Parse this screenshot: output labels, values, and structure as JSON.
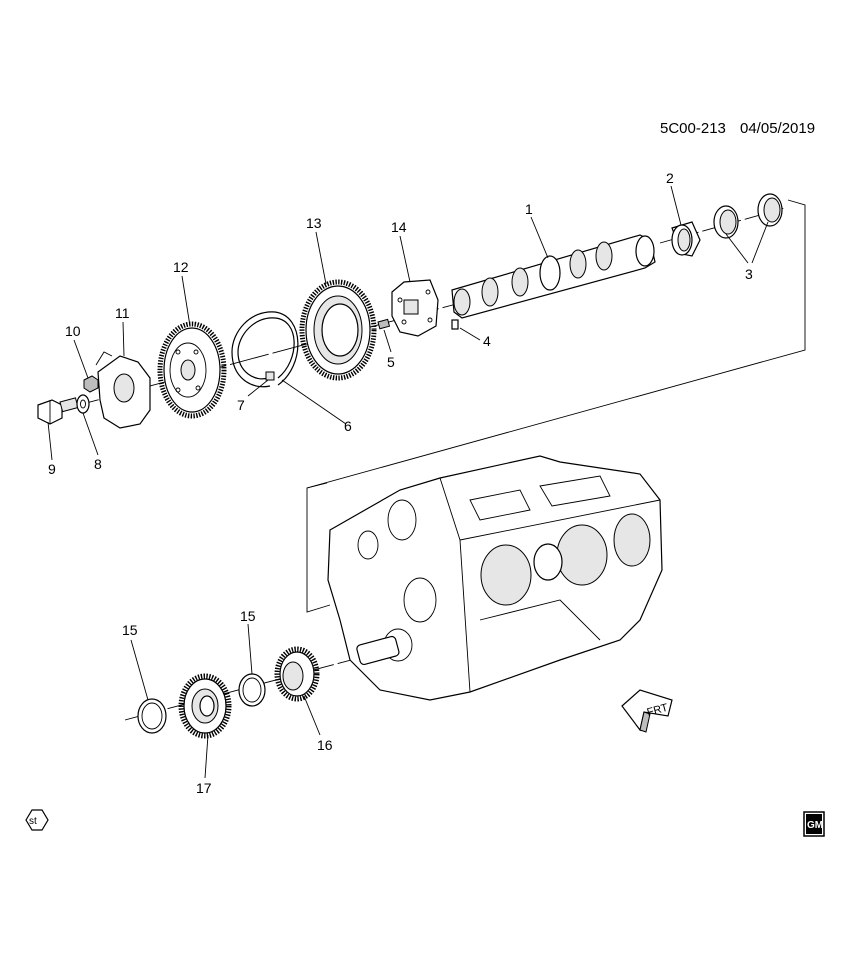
{
  "diagram": {
    "ref_code": "5C00-213",
    "ref_date": "04/05/2019",
    "callouts": [
      {
        "id": "c1",
        "text": "1"
      },
      {
        "id": "c2",
        "text": "2"
      },
      {
        "id": "c3",
        "text": "3"
      },
      {
        "id": "c4",
        "text": "4"
      },
      {
        "id": "c5",
        "text": "5"
      },
      {
        "id": "c6",
        "text": "6"
      },
      {
        "id": "c7",
        "text": "7"
      },
      {
        "id": "c8",
        "text": "8"
      },
      {
        "id": "c9",
        "text": "9"
      },
      {
        "id": "c10",
        "text": "10"
      },
      {
        "id": "c11",
        "text": "11"
      },
      {
        "id": "c12",
        "text": "12"
      },
      {
        "id": "c13",
        "text": "13"
      },
      {
        "id": "c14",
        "text": "14"
      },
      {
        "id": "c15a",
        "text": "15"
      },
      {
        "id": "c15b",
        "text": "15"
      },
      {
        "id": "c16",
        "text": "16"
      },
      {
        "id": "c17",
        "text": "17"
      }
    ],
    "front_arrow_label": "FRT",
    "st_badge": "st",
    "gm_logo": "GM"
  }
}
